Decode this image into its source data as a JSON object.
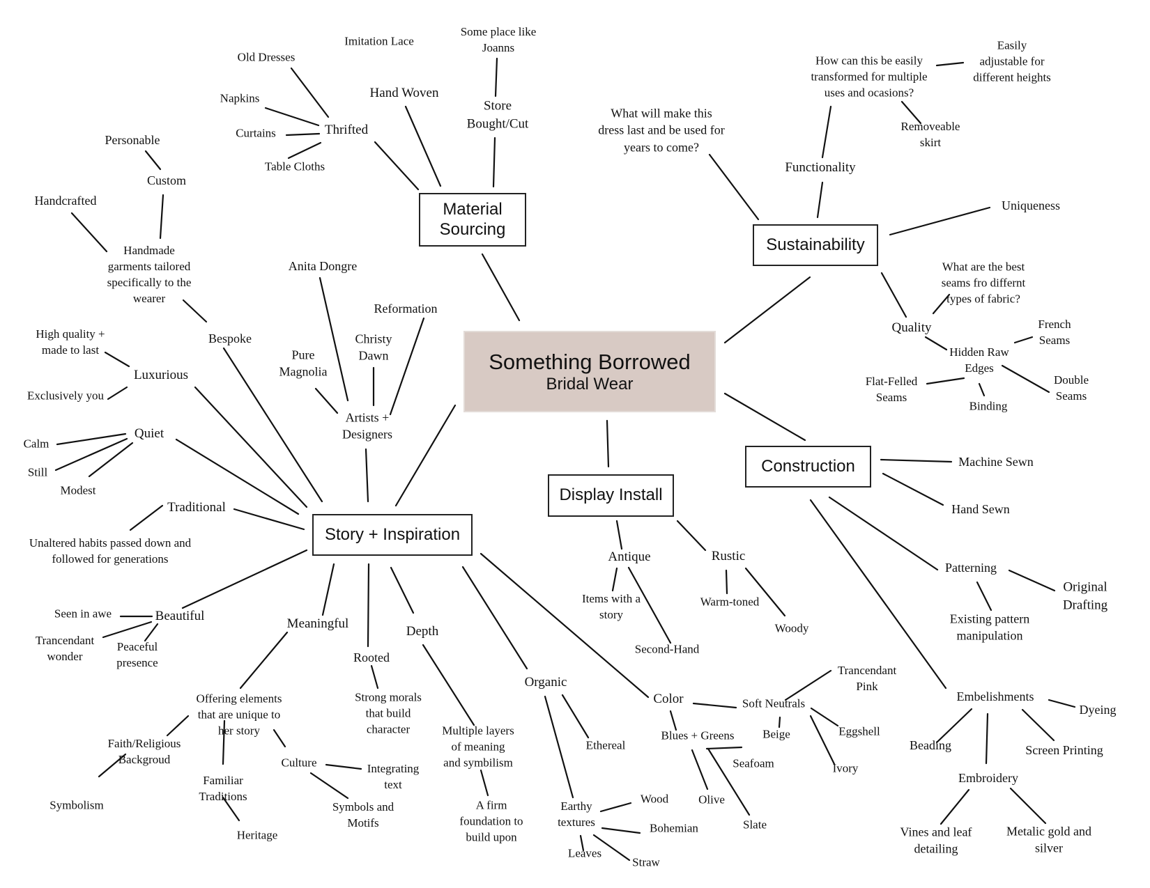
{
  "colors": {
    "central_fill": "#d8cac4",
    "line": "#111111",
    "box_border": "#222222"
  },
  "central": {
    "title": "Something Borrowed",
    "subtitle": "Bridal Wear"
  },
  "hubs": {
    "material_sourcing": "Material\nSourcing",
    "sustainability": "Sustainability",
    "construction": "Construction",
    "display_install": "Display Install",
    "story_inspiration": "Story + Inspiration"
  },
  "labels": {
    "imitation_lace": "Imitation Lace",
    "some_place_like_joanns": "Some place like\nJoanns",
    "old_dresses": "Old Dresses",
    "hand_woven": "Hand Woven",
    "store_bought_cut": "Store\nBought/Cut",
    "napkins": "Napkins",
    "thrifted": "Thrifted",
    "curtains": "Curtains",
    "table_cloths": "Table Cloths",
    "personable": "Personable",
    "custom": "Custom",
    "handcrafted": "Handcrafted",
    "handmade_garments": "Handmade\ngarments tailored\nspecifically to the\nwearer",
    "bespoke": "Bespoke",
    "anita_dongre": "Anita Dongre",
    "reformation": "Reformation",
    "pure_magnolia": "Pure\nMagnolia",
    "christy_dawn": "Christy\nDawn",
    "artists_designers": "Artists +\nDesigners",
    "high_quality": "High quality +\nmade to last",
    "luxurious": "Luxurious",
    "exclusively_you": "Exclusively you",
    "quiet": "Quiet",
    "calm": "Calm",
    "still": "Still",
    "modest": "Modest",
    "traditional": "Traditional",
    "unaltered_habits": "Unaltered habits passed down and\nfollowed for generations",
    "seen_in_awe": "Seen in awe",
    "beautiful": "Beautiful",
    "trancendant_wonder": "Trancendant\nwonder",
    "peaceful_presence": "Peaceful\npresence",
    "meaningful": "Meaningful",
    "rooted": "Rooted",
    "depth": "Depth",
    "offering_elements": "Offering elements\nthat are unique to\nher story",
    "strong_morals": "Strong morals\nthat build\ncharacter",
    "multiple_layers": "Multiple layers\nof meaning\nand symbilism",
    "a_firm_foundation": "A firm\nfoundation to\nbuild upon",
    "faith_religious": "Faith/Religious\nBackgroud",
    "symbolism": "Symbolism",
    "familiar_traditions": "Familiar\nTraditions",
    "heritage": "Heritage",
    "culture": "Culture",
    "integrating_text": "Integrating\ntext",
    "symbols_motifs": "Symbols and\nMotifs",
    "organic": "Organic",
    "ethereal": "Ethereal",
    "earthy_textures": "Earthy\ntextures",
    "wood": "Wood",
    "bohemian": "Bohemian",
    "leaves": "Leaves",
    "straw": "Straw",
    "color": "Color",
    "soft_neutrals": "Soft Neutrals",
    "trancendant_pink": "Trancendant\nPink",
    "blues_greens": "Blues + Greens",
    "beige": "Beige",
    "eggshell": "Eggshell",
    "seafoam": "Seafoam",
    "ivory": "Ivory",
    "olive": "Olive",
    "slate": "Slate",
    "antique": "Antique",
    "rustic": "Rustic",
    "items_with_story": "Items with a\nstory",
    "warm_toned": "Warm-toned",
    "woody": "Woody",
    "second_hand": "Second-Hand",
    "what_will_make": "What will make this\ndress last and be used for\nyears to come?",
    "how_can_this": "How can this be easily\ntransformed for multiple\nuses and ocasions?",
    "easily_adjustable": "Easily\nadjustable for\ndifferent heights",
    "removeable_skirt": "Removeable\nskirt",
    "functionality": "Functionality",
    "uniqueness": "Uniqueness",
    "what_are_best_seams": "What are the best\nseams fro differnt\ntypes of fabric?",
    "quality": "Quality",
    "french_seams": "French\nSeams",
    "hidden_raw_edges": "Hidden Raw\nEdges",
    "flat_felled": "Flat-Felled\nSeams",
    "double_seams": "Double\nSeams",
    "binding": "Binding",
    "machine_sewn": "Machine Sewn",
    "hand_sewn": "Hand Sewn",
    "patterning": "Patterning",
    "original_drafting": "Original\nDrafting",
    "existing_pattern": "Existing pattern\nmanipulation",
    "embelishments": "Embelishments",
    "dyeing": "Dyeing",
    "beading": "Beading",
    "screen_printing": "Screen Printing",
    "embroidery": "Embroidery",
    "vines_leaf": "Vines and leaf\ndetailing",
    "metalic_gold": "Metalic gold and\nsilver"
  }
}
